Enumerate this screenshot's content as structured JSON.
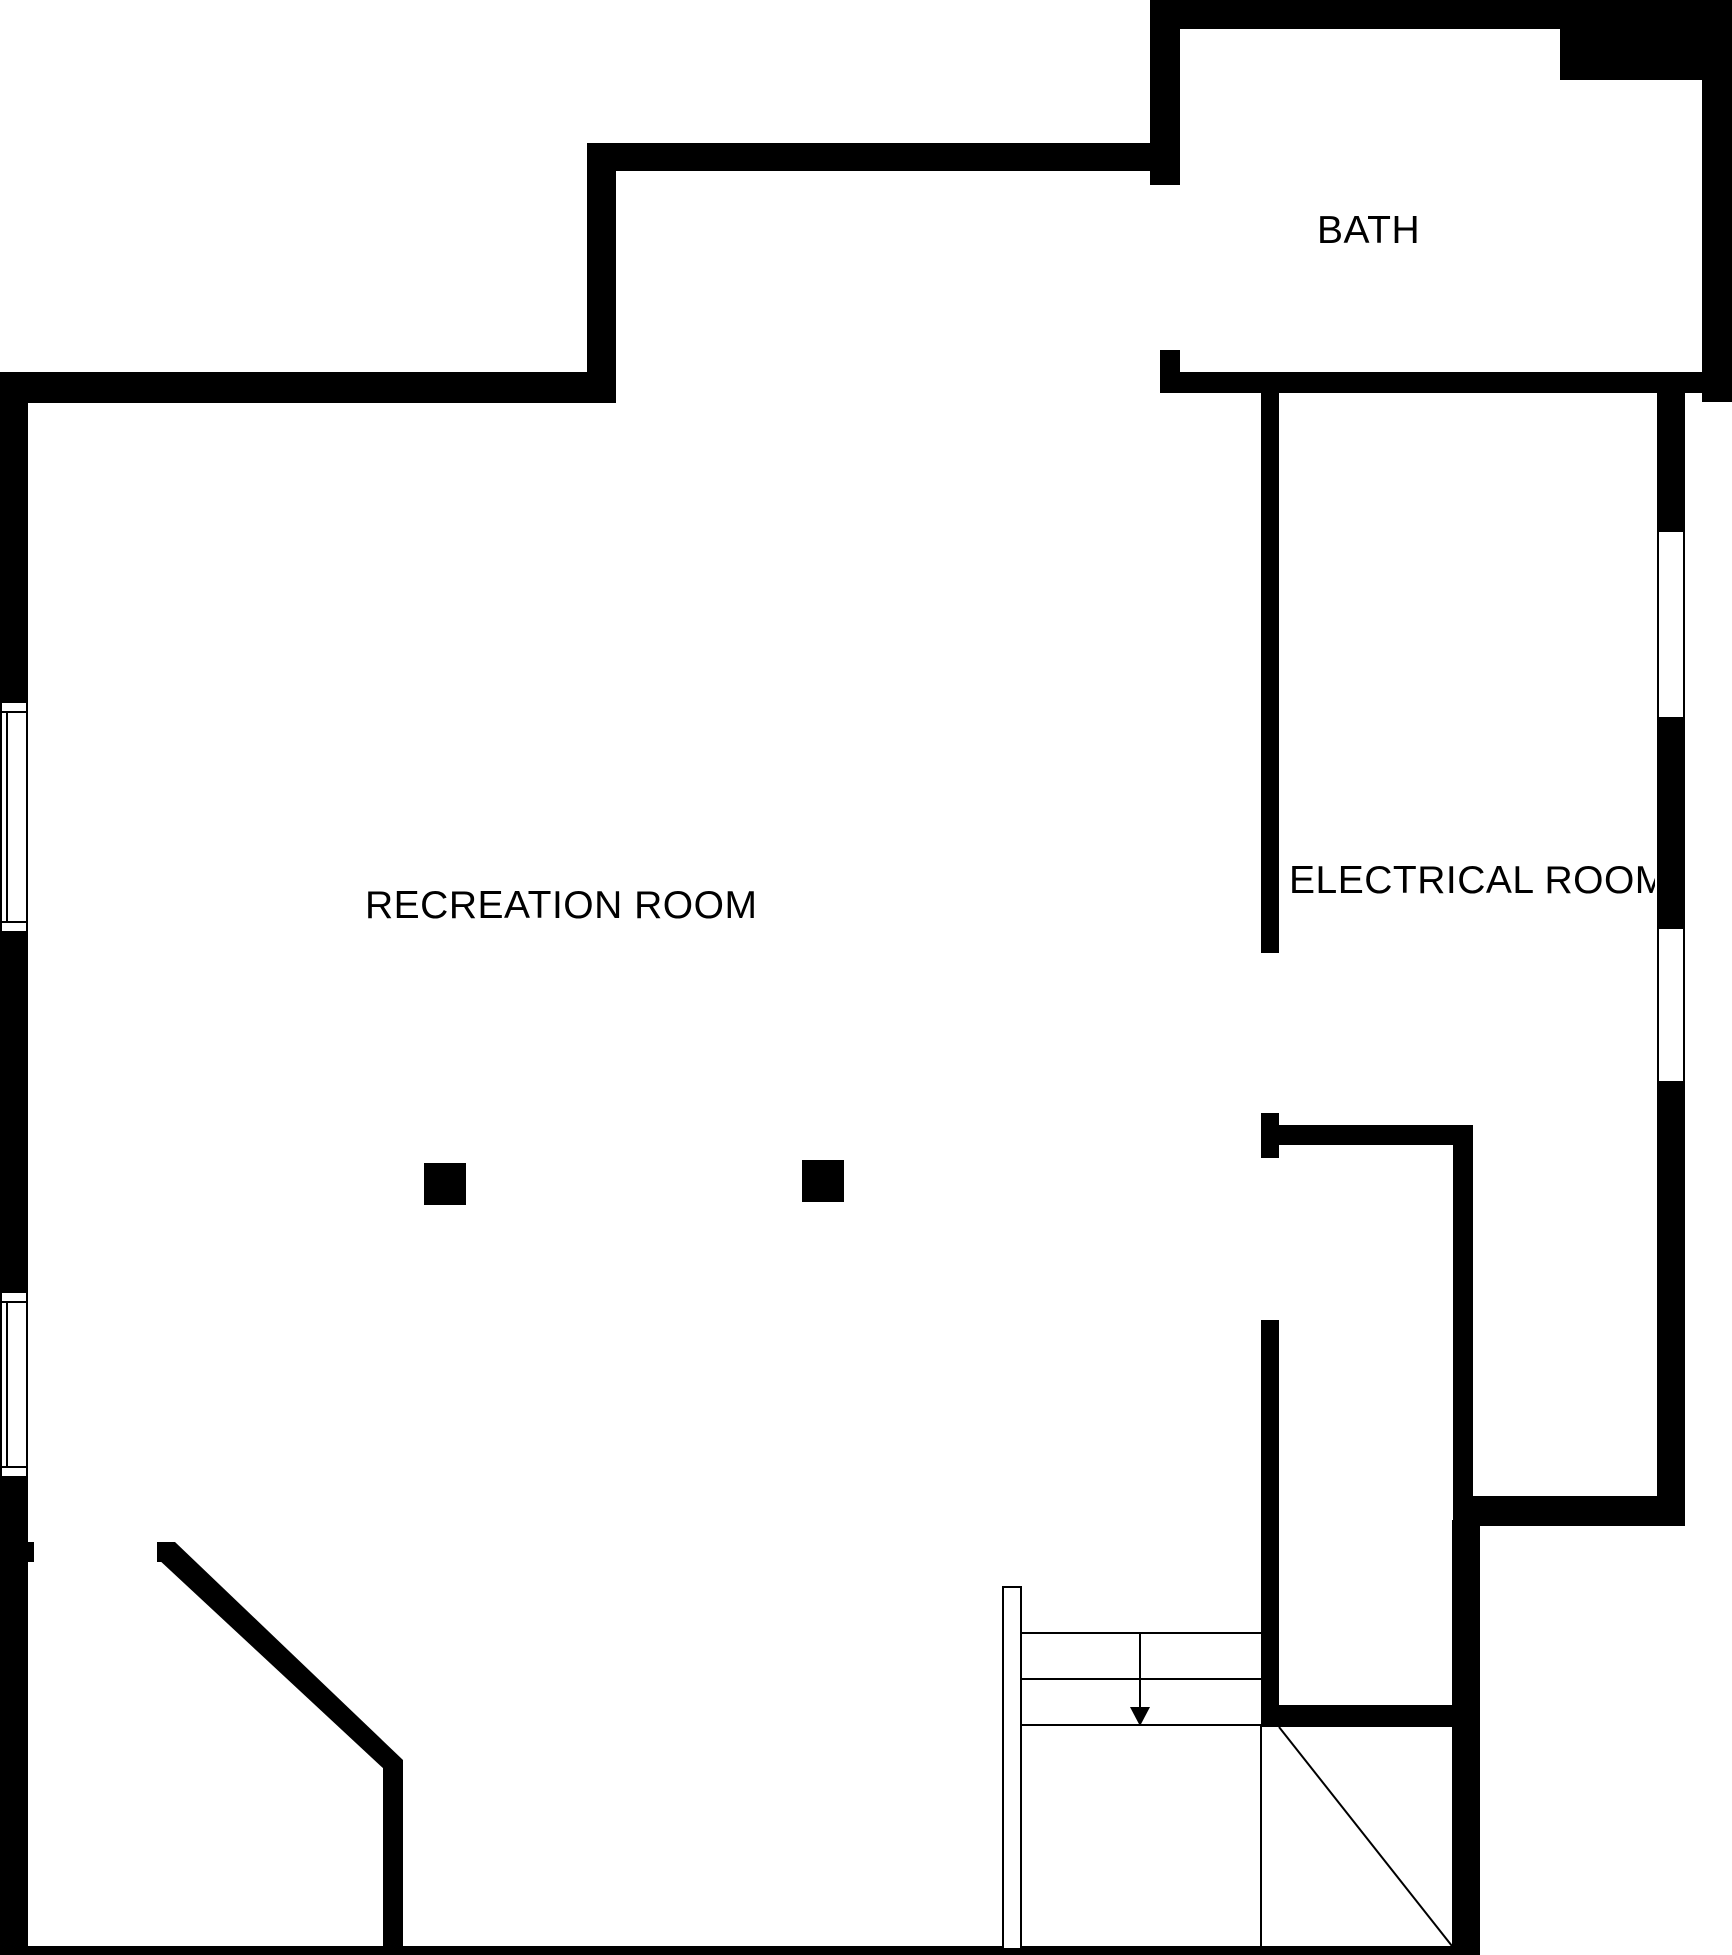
{
  "floor_plan": {
    "colors": {
      "wall": "#000000",
      "background": "#ffffff"
    },
    "rooms": [
      {
        "id": "bath",
        "label": "BATH"
      },
      {
        "id": "electrical",
        "label": "ELECTRICAL ROOM"
      },
      {
        "id": "recreation",
        "label": "RECREATION ROOM"
      }
    ],
    "stairs": {
      "direction": "down"
    }
  }
}
